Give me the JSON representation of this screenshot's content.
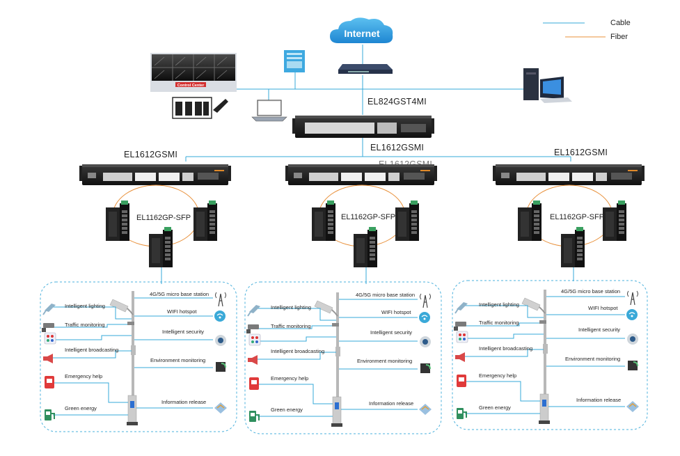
{
  "legend": {
    "cable": "Cable",
    "fiber": "Fiber",
    "cable_color": "#35a9d8",
    "fiber_color": "#e8903a"
  },
  "nodes": {
    "internet": "Internet",
    "control_center": "Control Center",
    "core_switch": "EL824GST4MI",
    "agg_left": "EL1612GSMI",
    "agg_center": "EL1612GSMI",
    "agg_right": "EL1612GSMI",
    "agg_center_overlap": "EL1612GSMI",
    "access_label": "EL1162GP-SFP"
  },
  "pole_left": [
    "Intelligent lighting",
    "Traffic monitoring",
    "Intelligent broadcasting",
    "Emergency help",
    "Green energy"
  ],
  "pole_right": [
    "4G/5G micro base station",
    "WIFI hotspot",
    "Intelligent security",
    "Environment monitoring",
    "Information release"
  ],
  "colors": {
    "cable": "#35a9d8",
    "fiber": "#e8903a",
    "internet_cloud": "#2f9de0",
    "dashed_box": "#4ab0dc"
  }
}
